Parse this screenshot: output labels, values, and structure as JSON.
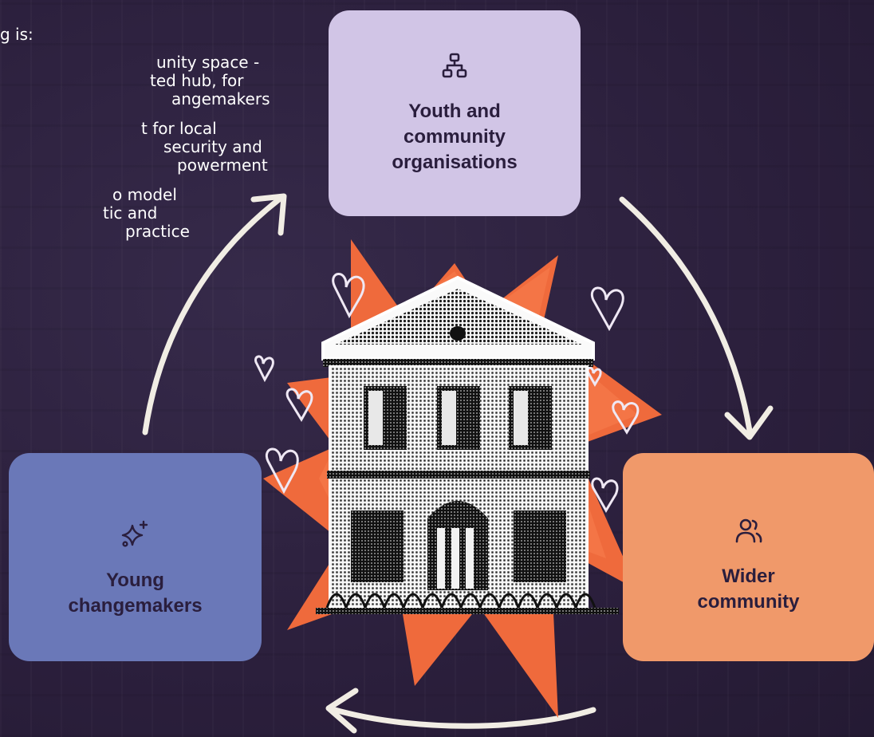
{
  "intro_text": "g is:",
  "bullets": [
    {
      "lines": [
        "unity space -",
        "ted hub, for",
        "angemakers"
      ]
    },
    {
      "lines": [
        "t for local",
        "security and",
        "powerment"
      ]
    },
    {
      "lines": [
        "o model",
        "tic and",
        "practice"
      ]
    }
  ],
  "nodes": {
    "youth": {
      "label": "Youth and\ncommunity\norganisations",
      "icon": "hierarchy-icon",
      "color": "#d1c5e6"
    },
    "young": {
      "label": "Young\nchangemakers",
      "icon": "sparkles-icon",
      "color": "#6a78b8"
    },
    "wider": {
      "label": "Wider\ncommunity",
      "icon": "users-icon",
      "color": "#f0996a"
    }
  },
  "center": {
    "icon": "building-icon"
  },
  "colors": {
    "background": "#2b1f3c",
    "arrow": "#f1ede4",
    "starburst": "#ef6a3c",
    "heart": "#efe8f4"
  }
}
